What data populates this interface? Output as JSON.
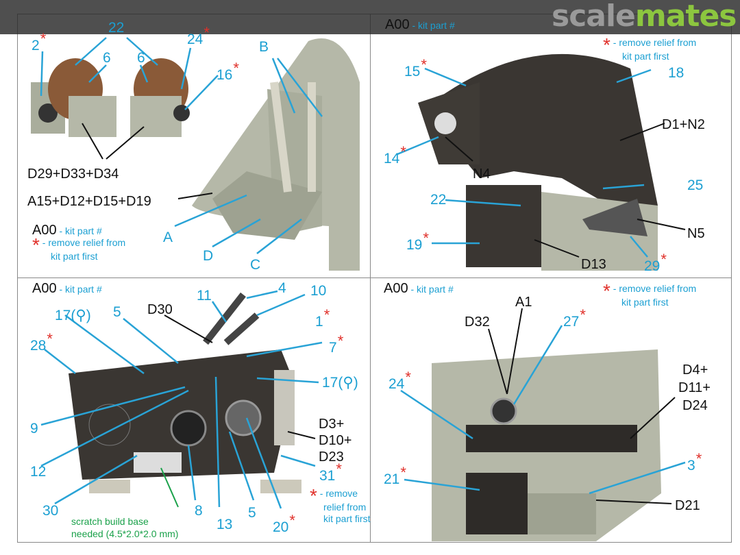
{
  "legend": {
    "code": "A00",
    "code_desc": "- kit part #",
    "star": "*",
    "star_desc_1": "- remove relief from",
    "star_desc_2": "kit part first"
  },
  "watermark": {
    "part1": "scale",
    "part2": "mates"
  },
  "panel1": {
    "labels": [
      "2",
      "22",
      "24",
      "6",
      "6",
      "16",
      "B",
      "D29+D33+D34",
      "A15+D12+D15+D19",
      "A",
      "D",
      "C"
    ]
  },
  "panel2": {
    "labels": [
      "15",
      "18",
      "D1+N2",
      "14",
      "N4",
      "25",
      "22",
      "N5",
      "19",
      "D13",
      "29"
    ]
  },
  "panel3": {
    "labels": [
      "11",
      "4",
      "10",
      "D30",
      "17(⚲)",
      "5",
      "1",
      "28",
      "7",
      "17(⚲)",
      "9",
      "D3+",
      "D10+",
      "D23",
      "12",
      "31",
      "30",
      "8",
      "13",
      "5",
      "20"
    ],
    "note_1": "scratch build base",
    "note_2": "needed (4.5*2.0*2.0 mm)",
    "remove_1": "- remove",
    "remove_2": "relief from",
    "remove_3": "kit part first"
  },
  "panel4": {
    "labels": [
      "A1",
      "D32",
      "27",
      "24",
      "D4+",
      "D11+",
      "D24",
      "3",
      "21",
      "D21"
    ]
  },
  "colors": {
    "label": "#1b9fd2",
    "star": "#e0302a",
    "note": "#1aa14a",
    "part_gray": "#b5b8a8",
    "panel_dark": "#3a3632"
  }
}
